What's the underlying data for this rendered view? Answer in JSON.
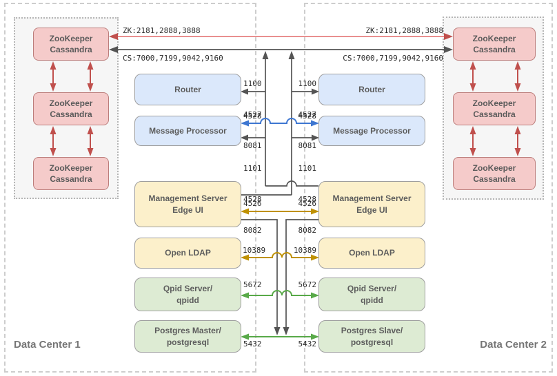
{
  "dc1": {
    "label": "Data Center 1",
    "cluster": [
      {
        "line1": "ZooKeeper",
        "line2": "Cassandra"
      },
      {
        "line1": "ZooKeeper",
        "line2": "Cassandra"
      },
      {
        "line1": "ZooKeeper",
        "line2": "Cassandra"
      }
    ],
    "nodes": {
      "router": "Router",
      "message_processor": "Message Processor",
      "management_line1": "Management Server",
      "management_line2": "Edge UI",
      "ldap": "Open LDAP",
      "qpid_line1": "Qpid Server/",
      "qpid_line2": "qpidd",
      "postgres_line1": "Postgres Master/",
      "postgres_line2": "postgresql"
    }
  },
  "dc2": {
    "label": "Data Center 2",
    "cluster": [
      {
        "line1": "ZooKeeper",
        "line2": "Cassandra"
      },
      {
        "line1": "ZooKeeper",
        "line2": "Cassandra"
      },
      {
        "line1": "ZooKeeper",
        "line2": "Cassandra"
      }
    ],
    "nodes": {
      "router": "Router",
      "message_processor": "Message Processor",
      "management_line1": "Management Server",
      "management_line2": "Edge UI",
      "ldap": "Open LDAP",
      "qpid_line1": "Qpid Server/",
      "qpid_line2": "qpidd",
      "postgres_line1": "Postgres Slave/",
      "postgres_line2": "postgresql"
    }
  },
  "connections": {
    "zookeeper_ports": "ZK:2181,2888,3888",
    "cassandra_ports": "CS:7000,7199,9042,9160",
    "router_ports": [
      "1100",
      "4527",
      "8081"
    ],
    "message_processor_port": "4528",
    "message_processor_mgmt_ports": [
      "1101",
      "4528",
      "8082"
    ],
    "management_port": "4526",
    "ldap_port": "10389",
    "qpid_port": "5672",
    "postgres_port": "5432"
  },
  "colors": {
    "zk_line_red": "#e98f8f",
    "cluster_arrow_red": "#c0504d",
    "dark_gray_line": "#545454",
    "blue_arrow": "#3d76d1",
    "gold_arrow": "#bf9102",
    "green_arrow": "#58a948",
    "cluster_pink_fill": "#f5cbca",
    "cluster_pink_border": "#bc7d7b",
    "node_blue_fill": "#dbe8fb",
    "node_tan_fill": "#fcf0cb",
    "node_green_fill": "#ddebd3",
    "node_border_gray": "#9e9e9e",
    "boundary_dash_gray": "#cdcdcd"
  }
}
